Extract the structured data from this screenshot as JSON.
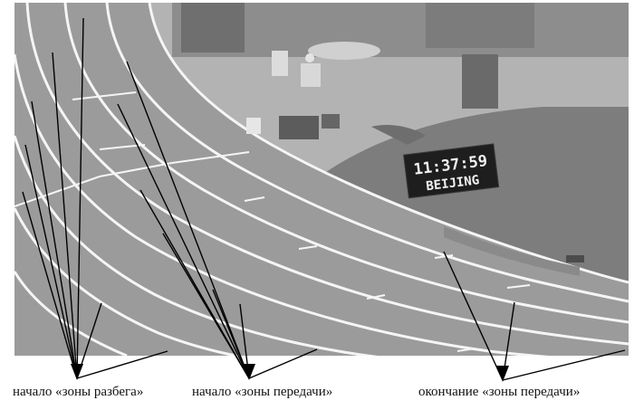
{
  "scoreboard": {
    "time": "11:37:59",
    "city": "BEIJING"
  },
  "captions": {
    "runup_zone_start": "начало «зоны разбега»",
    "handoff_zone_start": "начало «зоны передачи»",
    "handoff_zone_end": "окончание  «зоны передачи»"
  },
  "colors": {
    "track": "#9a9a9a",
    "infield_apron": "#b0b0b0",
    "grass": "#7a7a7a",
    "lane_lines": "#f5f5f5",
    "pointer_lines": "#000000"
  }
}
